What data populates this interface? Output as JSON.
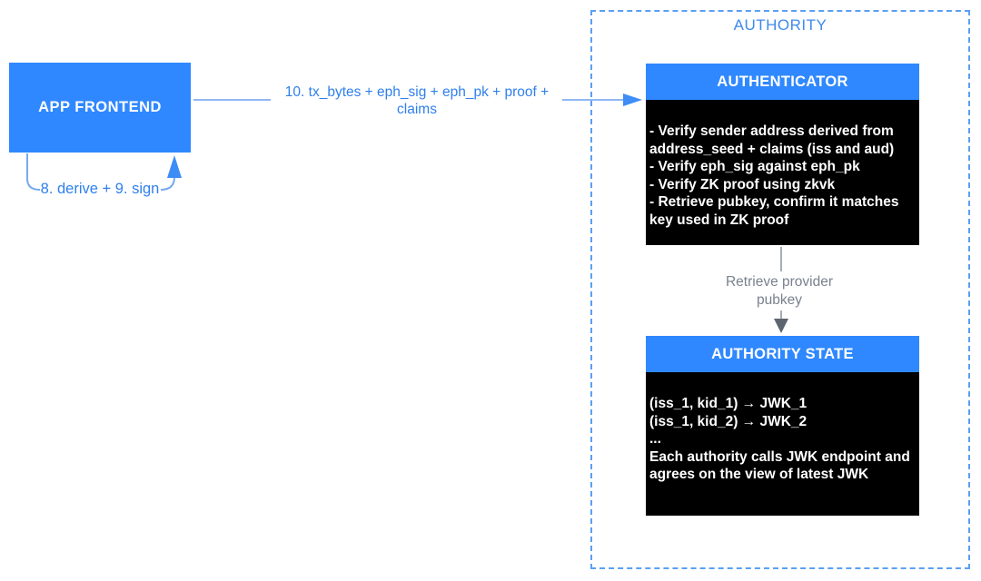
{
  "app_frontend": {
    "label": "APP FRONTEND"
  },
  "flow_arrow": {
    "label_line1": "10. tx_bytes + eph_sig + eph_pk + proof +",
    "label_line2": "claims"
  },
  "loop_arrow": {
    "label": "8. derive + 9. sign"
  },
  "authority": {
    "title": "AUTHORITY",
    "authenticator": {
      "title": "AUTHENTICATOR",
      "lines": [
        "- Verify sender address derived from",
        "address_seed + claims (iss and aud)",
        "- Verify eph_sig against eph_pk",
        "- Verify ZK proof using zkvk",
        "- Retrieve pubkey, confirm it matches",
        "key used in ZK proof"
      ]
    },
    "retrieve_arrow": {
      "label_line1": "Retrieve provider",
      "label_line2": "pubkey"
    },
    "authority_state": {
      "title": "AUTHORITY STATE",
      "lines": [
        "(iss_1, kid_1) → JWK_1",
        "(iss_1, kid_2) → JWK_2",
        "...",
        "Each authority calls JWK endpoint and",
        "agrees on the view of latest JWK"
      ]
    }
  },
  "colors": {
    "node_blue": "#2F88FF",
    "node_body_bg": "#000000",
    "node_body_text": "#FFFFFF",
    "dashed_border_blue": "#5B9FF2",
    "authority_title_blue": "#3F8AEC",
    "arrow_label_blue": "#2F80ED",
    "arrow_line_blue": "#8FB7F3",
    "arrowhead_blue": "#3E8DF7",
    "gray_label": "#79828F",
    "gray_line": "#A6ADB6",
    "gray_arrowhead": "#5D6570"
  }
}
